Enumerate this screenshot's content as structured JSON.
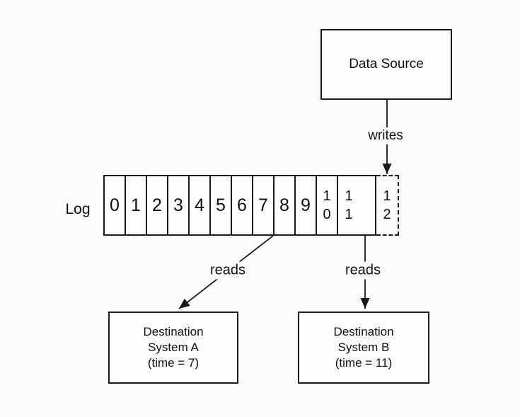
{
  "colors": {
    "background": "#fbfbf9",
    "line": "#1a1a1a",
    "text": "#111111"
  },
  "diagram": {
    "data_source": {
      "label": "Data Source"
    },
    "writes_label": "writes",
    "log": {
      "label": "Log",
      "cells": [
        "0",
        "1",
        "2",
        "3",
        "4",
        "5",
        "6",
        "7",
        "8",
        "9",
        "1\n0",
        "1\n1"
      ],
      "pending_cell": "1\n2"
    },
    "reads_a_label": "reads",
    "reads_b_label": "reads",
    "destination_a": {
      "lines": [
        "Destination",
        "System A",
        "(time = 7)"
      ]
    },
    "destination_b": {
      "lines": [
        "Destination",
        "System B",
        "(time = 11)"
      ]
    }
  }
}
